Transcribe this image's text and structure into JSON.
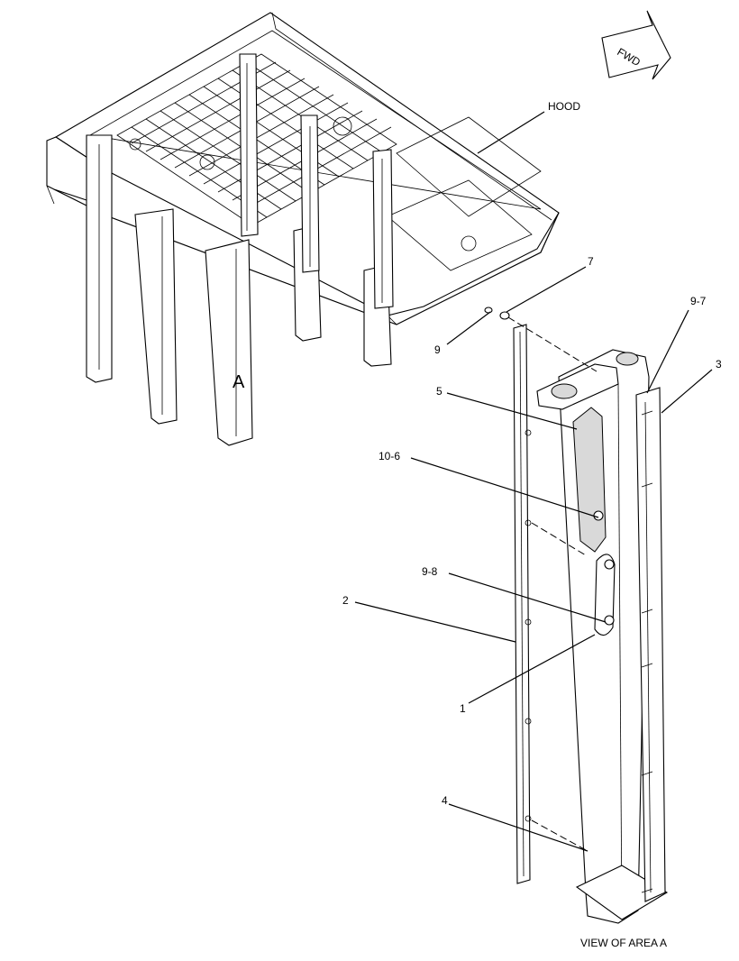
{
  "diagram": {
    "labels": {
      "hood": "HOOD",
      "fwd": "FWD",
      "area_marker": "A",
      "view_caption": "VIEW OF AREA A"
    },
    "callouts": [
      "7",
      "9-7",
      "3",
      "9",
      "5",
      "10-6",
      "9-8",
      "2",
      "1",
      "4"
    ]
  }
}
